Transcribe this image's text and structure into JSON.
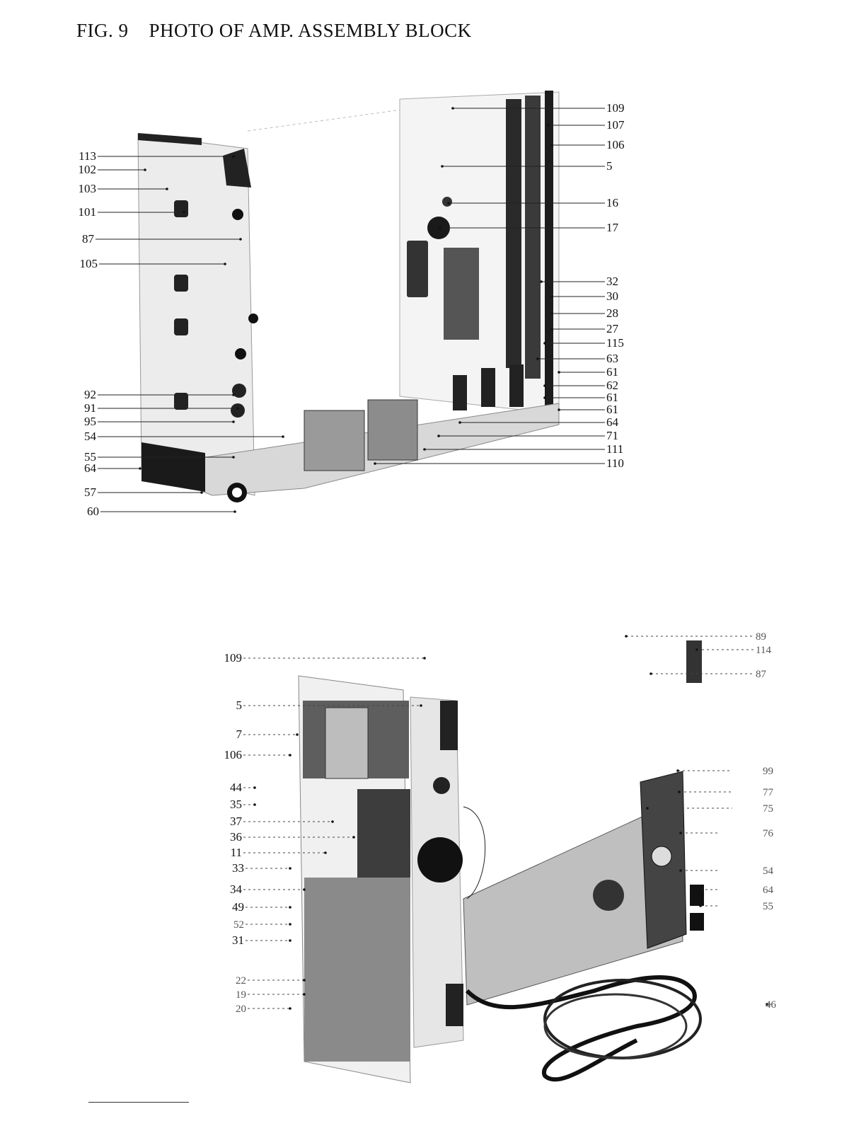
{
  "figure": {
    "number": "FIG. 9",
    "title": "PHOTO OF AMP. ASSEMBLY BLOCK"
  },
  "top_photo": {
    "left_callouts": [
      "113",
      "102",
      "103",
      "101",
      "87",
      "105",
      "92",
      "91",
      "95",
      "54",
      "55",
      "64",
      "57",
      "60"
    ],
    "right_callouts": [
      "109",
      "107",
      "106",
      "5",
      "16",
      "17",
      "32",
      "30",
      "28",
      "27",
      "115",
      "63",
      "61",
      "62",
      "61",
      "61",
      "64",
      "71",
      "111",
      "110"
    ]
  },
  "bottom_photo": {
    "left_callouts": [
      "109",
      "5",
      "7",
      "106",
      "44",
      "35",
      "37",
      "36",
      "11",
      "33",
      "34",
      "49",
      "52",
      "31",
      "22",
      "19",
      "20"
    ],
    "right_callouts": [
      "89",
      "114",
      "87",
      "99",
      "77",
      "75",
      "76",
      "54",
      "64",
      "55",
      "46"
    ]
  }
}
